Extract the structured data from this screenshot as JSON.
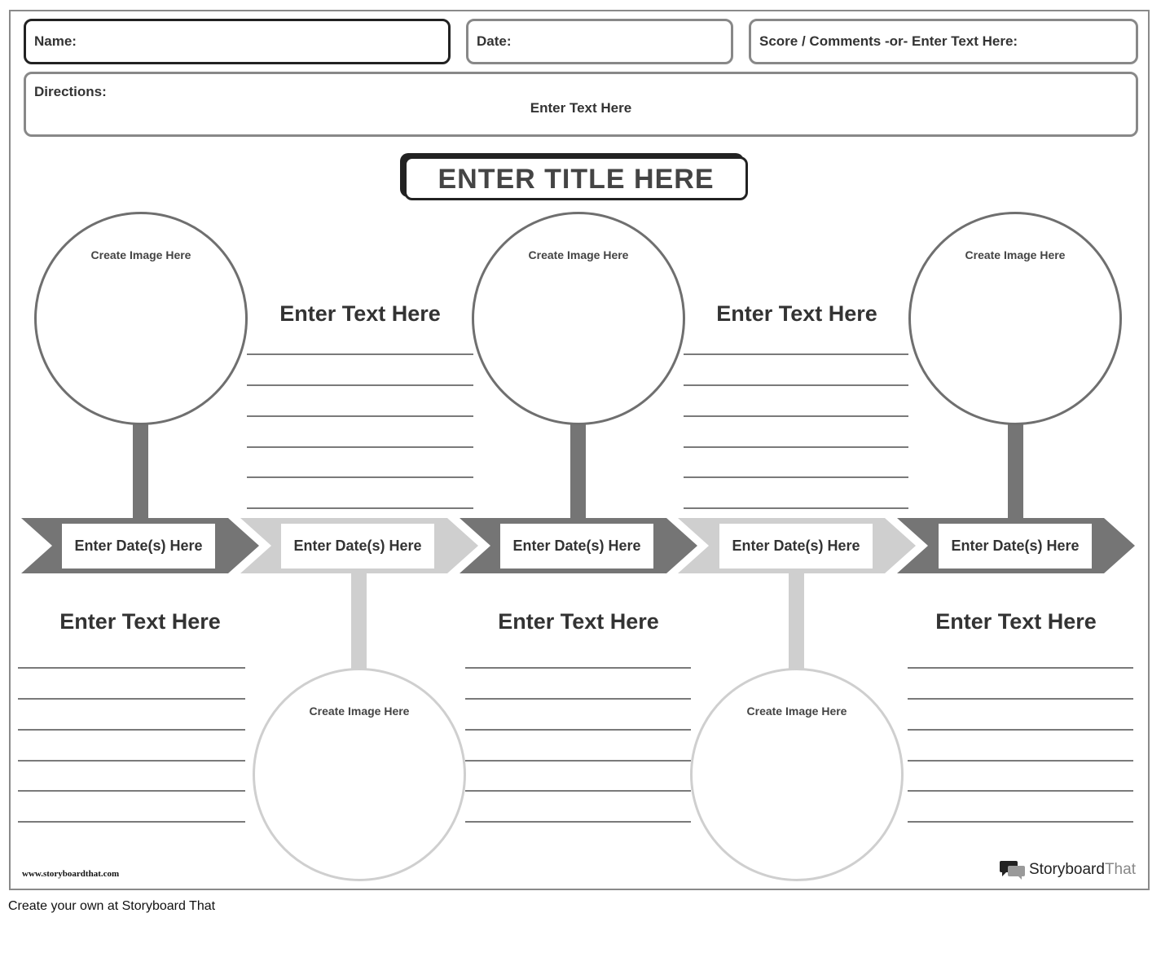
{
  "header": {
    "name_label": "Name:",
    "date_label": "Date:",
    "score_label": "Score / Comments -or- Enter Text Here:",
    "directions_label": "Directions:",
    "directions_text": "Enter Text Here"
  },
  "title": "ENTER TITLE HERE",
  "timeline": {
    "image_placeholder": "Create Image Here",
    "text_placeholder": "Enter Text Here",
    "dates": [
      "Enter Date(s) Here",
      "Enter Date(s) Here",
      "Enter Date(s) Here",
      "Enter Date(s) Here",
      "Enter Date(s) Here"
    ]
  },
  "colors": {
    "dark_segment": "#757575",
    "light_segment": "#cfcfcf"
  },
  "footer": {
    "url": "www.storyboardthat.com",
    "brand_bold": "Storyboard",
    "brand_thin": "That",
    "caption": "Create your own at Storyboard That"
  }
}
